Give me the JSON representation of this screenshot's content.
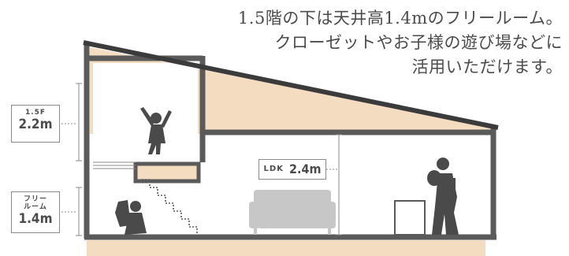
{
  "caption": {
    "lines": [
      "1.5階の下は天井高1.4mのフリールーム。",
      "クローゼットやお子様の遊び場などに",
      "活用いただけます。"
    ]
  },
  "labels": {
    "loft": {
      "floor": "1.5F",
      "height": "2.2m"
    },
    "free_room": {
      "line1": "フリー",
      "line2": "ルーム",
      "height": "1.4m"
    },
    "ldk": {
      "room": "LDK",
      "height": "2.4m"
    }
  },
  "colors": {
    "wall": "#5a5a5a",
    "roof": "#3b3b3b",
    "wood": "#f4dcc0",
    "ground": "#f4dcc0",
    "silhouette": "#4a4a4a",
    "sofa": "#c7c7c7"
  }
}
